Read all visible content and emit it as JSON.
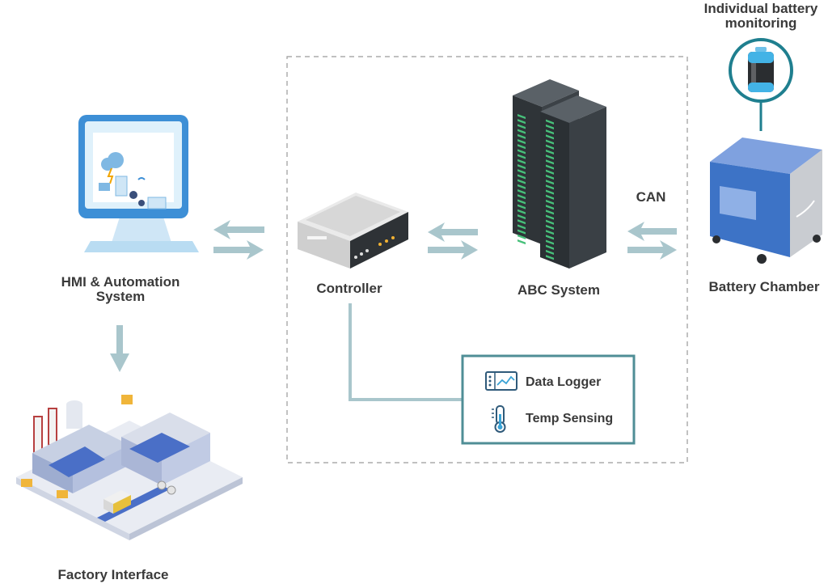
{
  "labels": {
    "hmi_line1": "HMI & Automation",
    "hmi_line2": "System",
    "controller": "Controller",
    "abc": "ABC System",
    "battery_chamber": "Battery Chamber",
    "battery_monitor_line1": "Individual battery",
    "battery_monitor_line2": "monitoring",
    "can": "CAN",
    "factory": "Factory Interface",
    "data_logger": "Data Logger",
    "temp_sensing": "Temp Sensing"
  },
  "icons": {
    "hmi": "monitor-icon",
    "controller": "controller-box-icon",
    "abc": "server-rack-icon",
    "chamber": "battery-chamber-icon",
    "battery": "battery-icon",
    "factory": "factory-icon",
    "logger": "data-logger-icon",
    "thermo": "thermometer-icon"
  },
  "colors": {
    "arrow": "#a9c6cc",
    "frame": "#4f8e96",
    "dash": "#9a9a9a",
    "accent_blue": "#3f6fc1",
    "rack_dark": "#2f3438",
    "rack_led": "#47c07a"
  }
}
